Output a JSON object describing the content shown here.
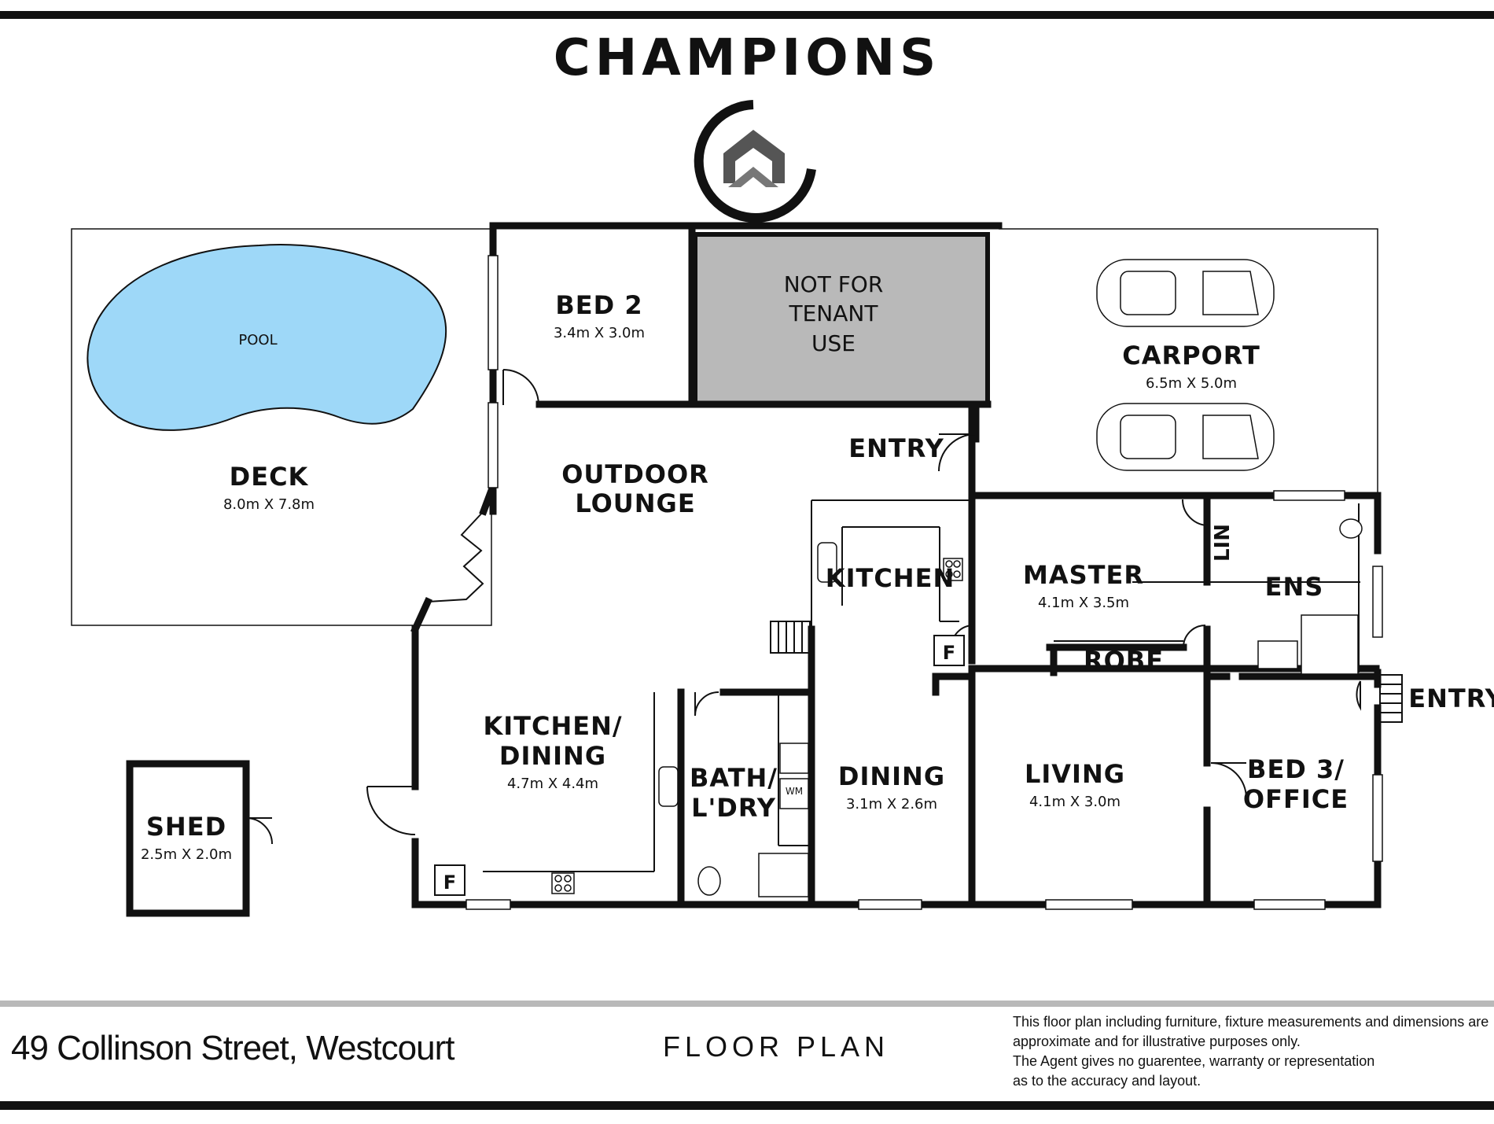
{
  "brand": {
    "name": "CHAMPIONS",
    "logo_icon": "champions-house-logo-icon"
  },
  "rooms": {
    "bed2": {
      "name": "BED 2",
      "dim": "3.4m X 3.0m"
    },
    "not_for_tenant": {
      "line1": "NOT FOR",
      "line2": "TENANT",
      "line3": "USE"
    },
    "pool": {
      "name": "POOL"
    },
    "deck": {
      "name": "DECK",
      "dim": "8.0m X 7.8m"
    },
    "carport": {
      "name": "CARPORT",
      "dim": "6.5m X 5.0m"
    },
    "entry_top": {
      "name": "ENTRY"
    },
    "outdoor_lounge": {
      "line1": "OUTDOOR",
      "line2": "LOUNGE"
    },
    "kitchen": {
      "name": "KITCHEN"
    },
    "master": {
      "name": "MASTER",
      "dim": "4.1m X 3.5m"
    },
    "lin": {
      "name": "LIN"
    },
    "ens": {
      "name": "ENS"
    },
    "robe": {
      "name": "ROBE"
    },
    "entry_right": {
      "name": "ENTRY"
    },
    "kitchen_dining": {
      "line1": "KITCHEN/",
      "line2": "DINING",
      "dim": "4.7m X 4.4m"
    },
    "bath_ldry": {
      "line1": "BATH/",
      "line2": "L'DRY"
    },
    "wm": {
      "name": "WM"
    },
    "dining": {
      "name": "DINING",
      "dim": "3.1m X 2.6m"
    },
    "living": {
      "name": "LIVING",
      "dim": "4.1m X 3.0m"
    },
    "bed3": {
      "line1": "BED 3/",
      "line2": "OFFICE"
    },
    "shed": {
      "name": "SHED",
      "dim": "2.5m X 2.0m"
    },
    "fridge_1": {
      "name": "F"
    },
    "fridge_2": {
      "name": "F"
    }
  },
  "colors": {
    "pool": "#9ed8f8",
    "restricted": "#b9b9b9",
    "wall": "#111111"
  },
  "footer": {
    "address": "49 Collinson Street, Westcourt",
    "title": "FLOOR PLAN",
    "disclaimer": [
      "This floor plan including furniture, fixture measurements and dimensions are",
      "approximate and for illustrative purposes only.",
      "The Agent gives no guarentee, warranty or representation",
      "as to the accuracy and layout."
    ]
  }
}
